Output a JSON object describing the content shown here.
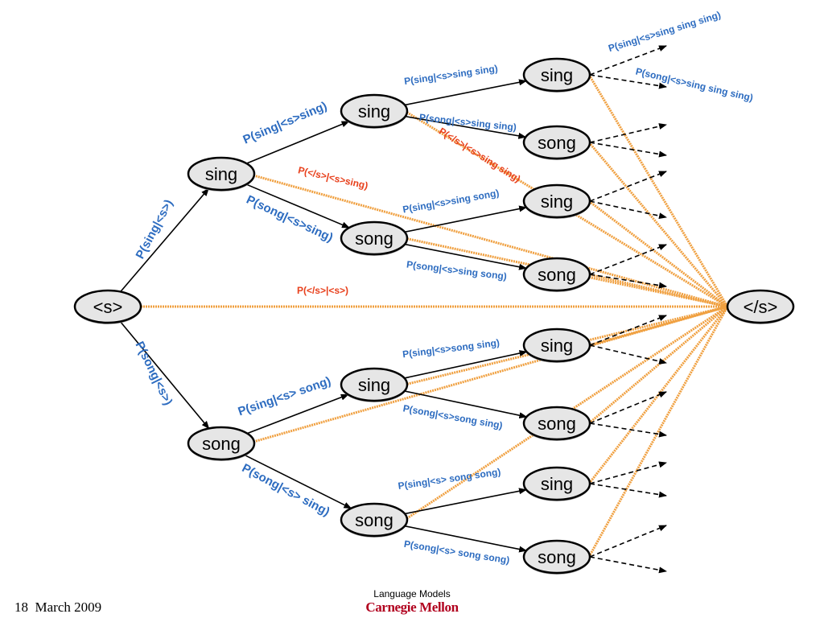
{
  "colors": {
    "node_fill": "#e6e6e6",
    "node_stroke": "#000000",
    "arrow": "#000000",
    "end_path": "#f0a040",
    "prob_blue": "#2d6cc0",
    "prob_red": "#e8401c",
    "brand": "#b1001e"
  },
  "nodes": {
    "start": "<s>",
    "end": "</s>",
    "l1_sing": "sing",
    "l1_song": "song",
    "l2_sing_sing": "sing",
    "l2_sing_song": "song",
    "l2_song_sing": "sing",
    "l2_song_song": "song",
    "l3_1": "sing",
    "l3_2": "song",
    "l3_3": "sing",
    "l3_4": "song",
    "l3_5": "sing",
    "l3_6": "song",
    "l3_7": "sing",
    "l3_8": "song"
  },
  "edge_labels": {
    "s_to_sing": "P(sing|<s>)",
    "s_to_song": "P(song|<s>)",
    "s_to_end": "P(</s>|<s>)",
    "sing_to_sing": "P(sing|<s>sing)",
    "sing_to_song": "P(song|<s>sing)",
    "sing_to_end": "P(</s>|<s>sing)",
    "song_to_sing": "P(sing|<s> song)",
    "song_to_song": "P(song|<s> sing)",
    "ss_to_sing": "P(sing|<s>sing sing)",
    "ss_to_song": "P(song|<s>sing sing)",
    "ss_to_end": "P(</s>|<s>sing sing)",
    "sg_to_sing": "P(sing|<s>sing song)",
    "sg_to_song": "P(song|<s>sing song)",
    "gs_to_sing": "P(sing|<s>song sing)",
    "gs_to_song": "P(song|<s>song sing)",
    "gg_to_sing": "P(sing|<s> song song)",
    "gg_to_song": "P(song|<s> song song)",
    "sss_to_sing": "P(sing|<s>sing sing sing)",
    "sss_to_song": "P(song|<s>sing sing sing)"
  },
  "footer": {
    "date": "18  March 2009",
    "subtitle": "Language Models",
    "brand": "Carnegie Mellon"
  }
}
